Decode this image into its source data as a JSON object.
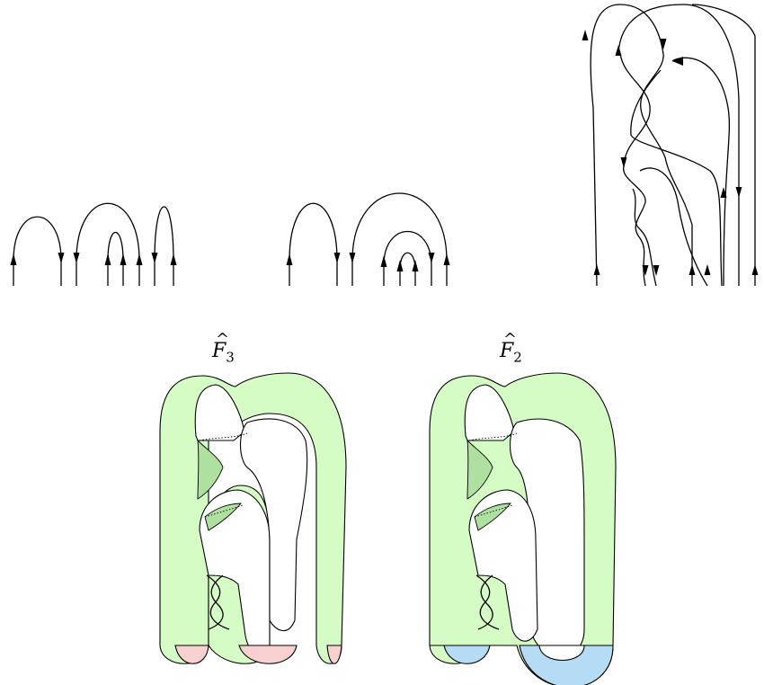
{
  "labels": {
    "f3": {
      "main": "F",
      "sub": "3",
      "hat": "^"
    },
    "f2": {
      "main": "F",
      "sub": "2",
      "hat": "^"
    }
  },
  "colors": {
    "surface": "#d6fcc6",
    "surface_overlap": "#aee0a0",
    "cap_pink": "#f9d0d0",
    "cap_blue": "#b6dcf5",
    "stroke": "#000000"
  }
}
